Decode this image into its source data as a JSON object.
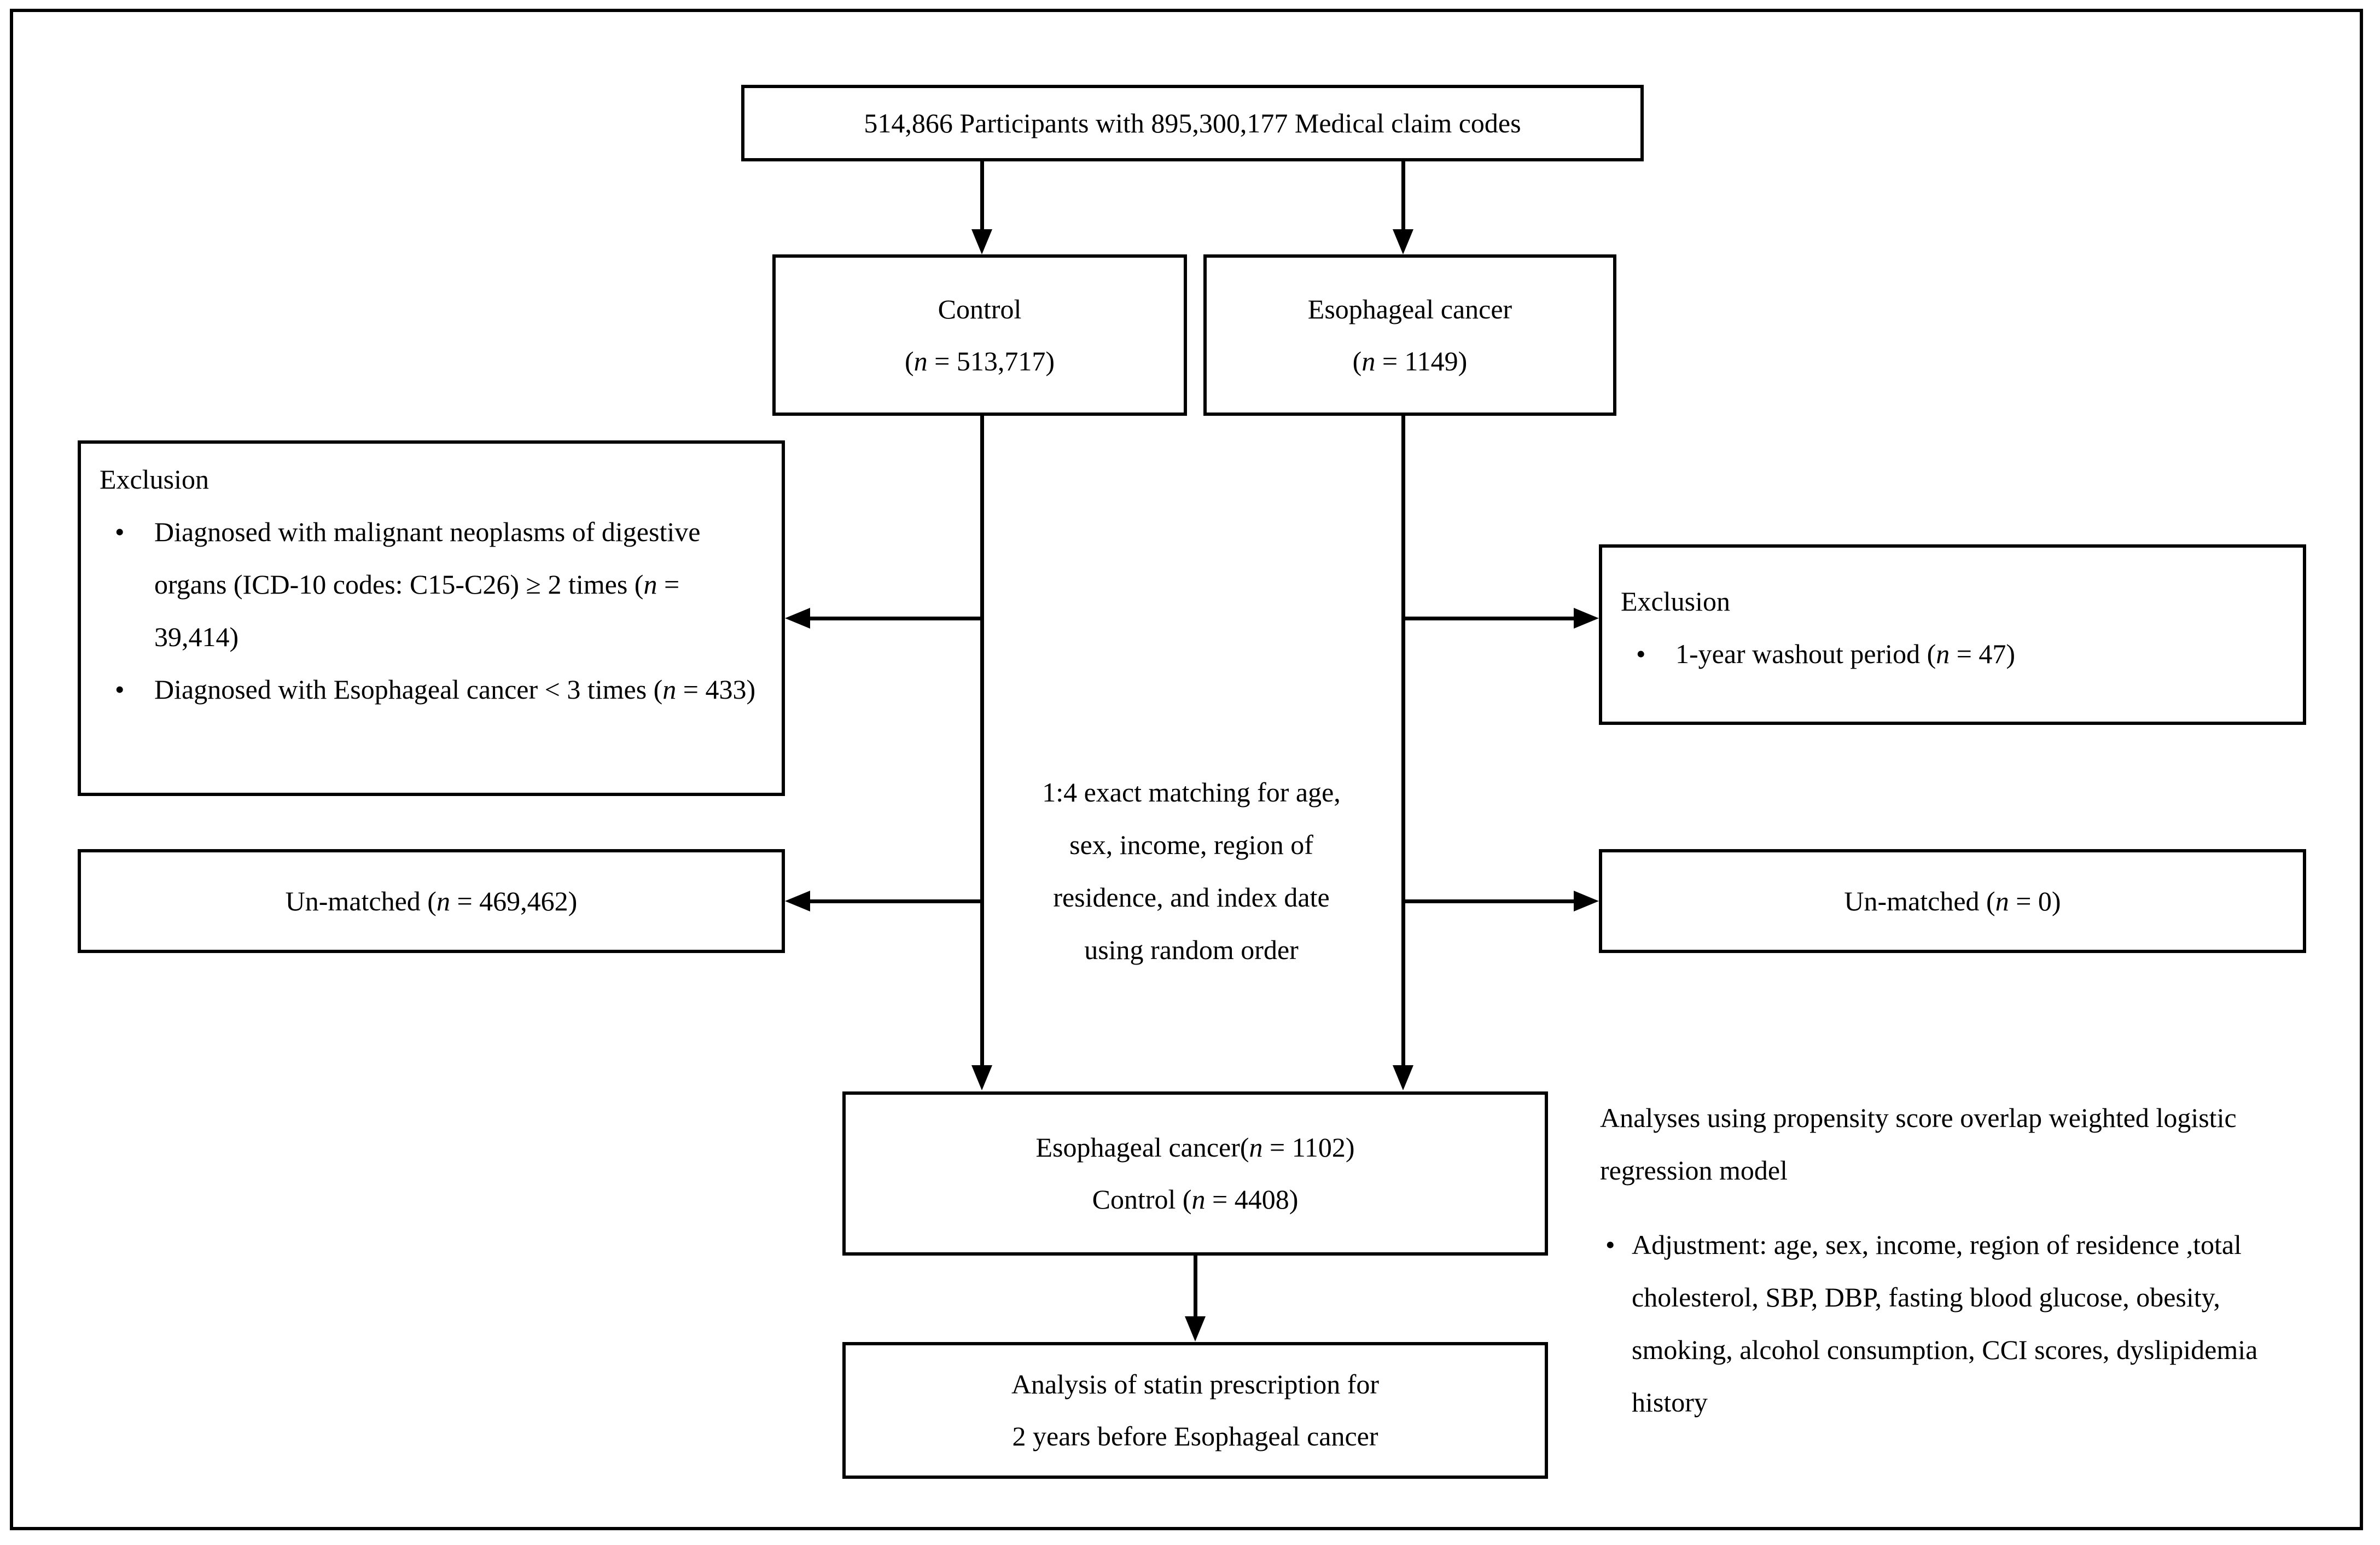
{
  "diagram": {
    "title": "Study population flow diagram",
    "stroke_color": "#000000",
    "background_color": "#ffffff"
  },
  "top_box": {
    "text": "514,866 Participants with 895,300,177 Medical claim codes"
  },
  "control_box": {
    "line1": "Control",
    "line2_prefix": "(",
    "line2_italic": "n",
    "line2_suffix": " = 513,717)"
  },
  "case_box": {
    "line1": "Esophageal cancer",
    "line2_prefix": "(",
    "line2_italic": "n",
    "line2_suffix": " = 1149)"
  },
  "left_exclusion_box": {
    "heading": "Exclusion",
    "bullets": [
      {
        "part1": "Diagnosed with malignant neoplasms of digestive organs (ICD-10 codes: C15-C26)  ≥ 2 times (",
        "italic": "n",
        "part2": " = 39,414)"
      },
      {
        "part1": "Diagnosed with Esophageal cancer < 3 times (",
        "italic": "n",
        "part2": " = 433)"
      }
    ]
  },
  "right_exclusion_box": {
    "heading": "Exclusion",
    "bullets": [
      {
        "part1": "1-year washout period  (",
        "italic": "n",
        "part2": " = 47)"
      }
    ]
  },
  "matching_note": {
    "line1": "1:4 exact matching for age,",
    "line2": "sex, income, region of",
    "line3": "residence, and index date",
    "line4": "using random order"
  },
  "left_unmatched_box": {
    "prefix": "Un-matched (",
    "italic": "n",
    "suffix": " = 469,462)"
  },
  "right_unmatched_box": {
    "prefix": "Un-matched (",
    "italic": "n",
    "suffix": " = 0)"
  },
  "matched_box": {
    "line1_prefix": "Esophageal cancer(",
    "line1_italic": "n",
    "line1_suffix": " = 1102)",
    "line2_prefix": "Control (",
    "line2_italic": "n",
    "line2_suffix": " = 4408)"
  },
  "final_box": {
    "line1": "Analysis of statin prescription for",
    "line2": "2 years before Esophageal cancer"
  },
  "analysis_note": {
    "line1": "Analyses using propensity score overlap weighted logistic",
    "line2": "regression model",
    "bullets": [
      {
        "text": "Adjustment: age, sex, income, region of residence ,total cholesterol, SBP, DBP, fasting blood glucose, obesity, smoking, alcohol consumption, CCI scores, dyslipidemia history"
      }
    ]
  }
}
